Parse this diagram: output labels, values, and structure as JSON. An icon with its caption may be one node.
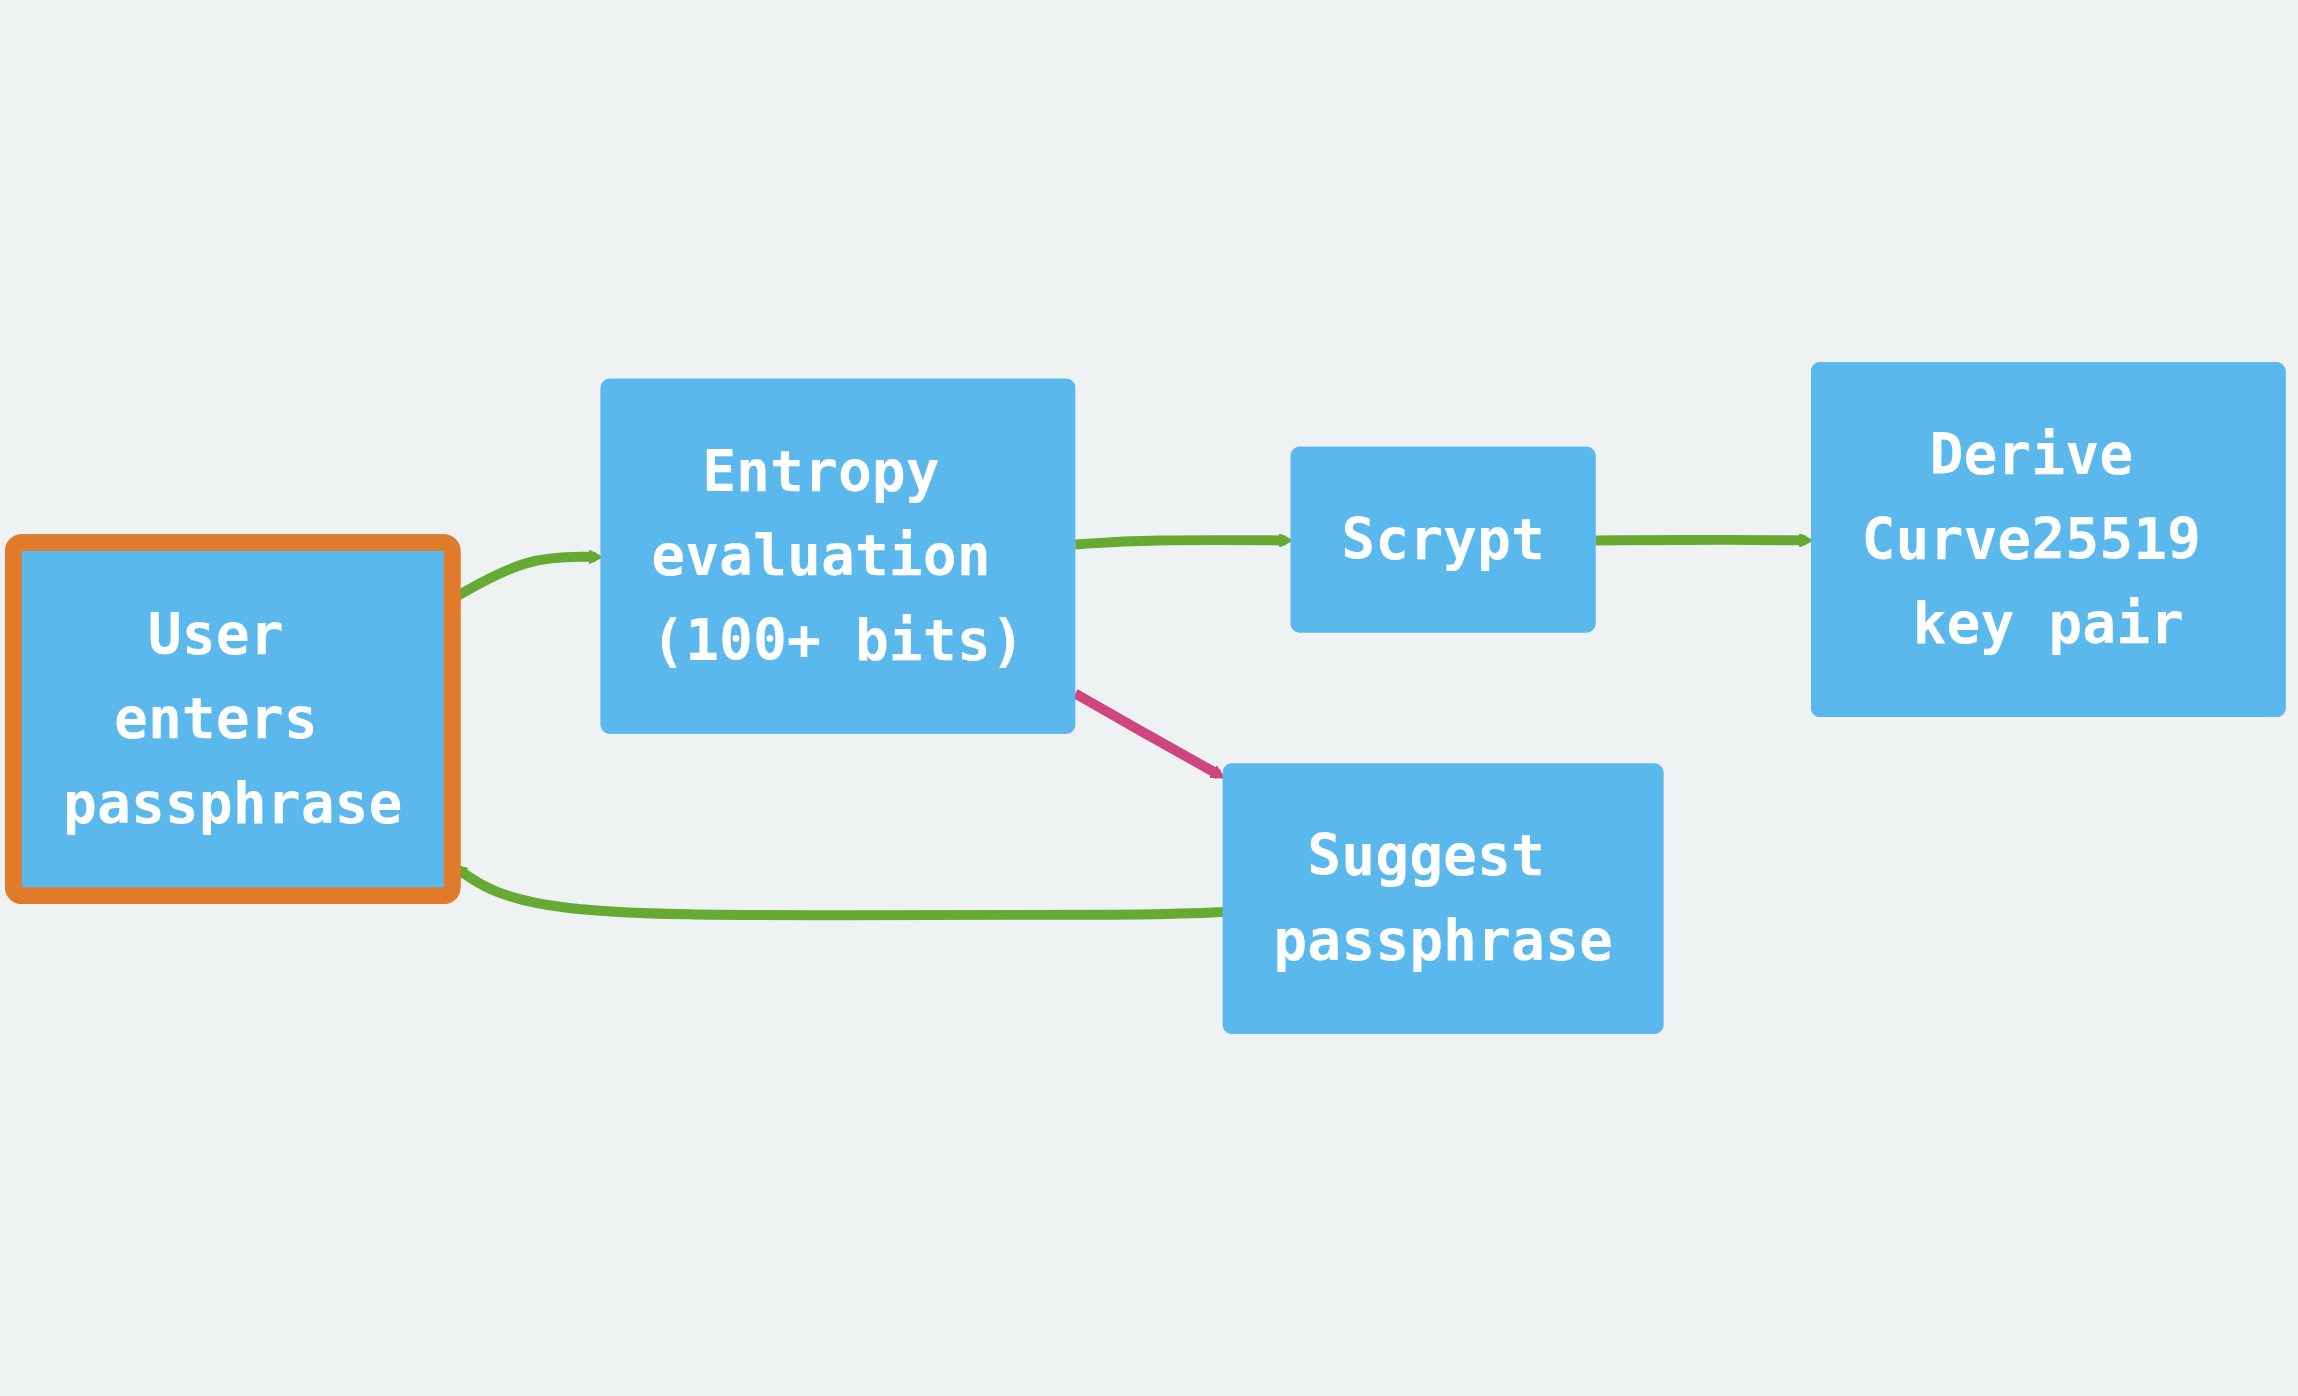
{
  "diagram": {
    "nodes": [
      {
        "text": [
          "User enters passphrase"
        ]
      },
      {
        "text": [
          "Entropy evaluation (100+ bits)"
        ]
      },
      {
        "text": [
          "Scrypt"
        ]
      },
      {
        "text": [
          "Suggest passphrase"
        ]
      },
      {
        "text": [
          "Derive Curve25519 key pair"
        ]
      }
    ],
    "edges": [
      {
        "from": 0,
        "to": 1,
        "arrow": "to"
      },
      {
        "from": 1,
        "to": 2,
        "arrow": "to"
      },
      {
        "from": 1,
        "to": 3,
        "arrow": "to",
        "color": "#d0457f"
      },
      {
        "from": 3,
        "to": 0,
        "arrow": "to"
      },
      {
        "from": 2,
        "to": 4,
        "arrow": "to"
      }
    ]
  }
}
